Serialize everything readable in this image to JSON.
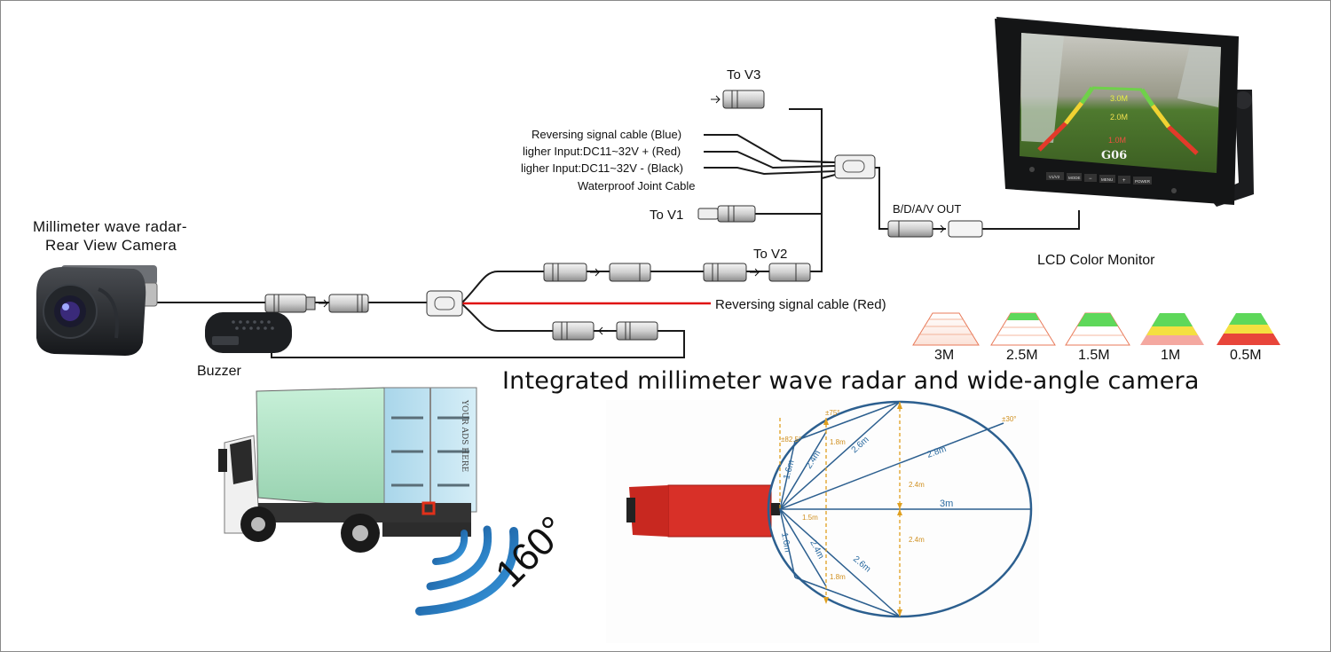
{
  "labels": {
    "camera_title_line1": "Millimeter wave radar-",
    "camera_title_line2": "Rear View Camera",
    "buzzer": "Buzzer",
    "to_v3": "To V3",
    "to_v1": "To V1",
    "to_v2": "To V2",
    "reversing_blue": "Reversing signal cable  (Blue)",
    "power_red": "ligher Input:DC11~32V + (Red)",
    "power_black": "ligher Input:DC11~32V - (Black)",
    "waterproof": "Waterproof Joint Cable",
    "bdav_out": "B/D/A/V  OUT",
    "reversing_red": "Reversing signal cable  (Red)",
    "monitor": "LCD Color Monitor"
  },
  "headline": "Integrated millimeter wave radar and wide-angle camera",
  "angle": "160°",
  "distance_indicators": [
    "3M",
    "2.5M",
    "1.5M",
    "1M",
    "0.5M"
  ],
  "monitor_screen": {
    "marks": [
      "3.0M",
      "2.0M",
      "1.0M"
    ],
    "brand": "G06",
    "buttons": [
      "V1/V2",
      "MODE",
      "−",
      "MENU",
      "+",
      "POWER"
    ]
  },
  "radar_diagram": {
    "angles": [
      "±75°",
      "±82.5°",
      "±30°"
    ],
    "distances": [
      "1.6m",
      "2.4m",
      "1.8m",
      "2.6m",
      "2.8m",
      "2.4m",
      "3m",
      "1.5m",
      "2.4m",
      "1.6m",
      "2.4m",
      "2.6m",
      "1.8m"
    ]
  },
  "truck": {
    "door_text": "YOUR ADS HERE"
  },
  "colors": {
    "cable": "#1a1a1a",
    "reversing_red": "#e01010",
    "radar_circle": "#2c5f8f",
    "radar_dashed": "#e0a020",
    "radar_text_blue": "#2a6aa0",
    "arc_blue": "#1a5fa8",
    "truck_box": "#a8dcc0",
    "trailer_red": "#d83028"
  }
}
